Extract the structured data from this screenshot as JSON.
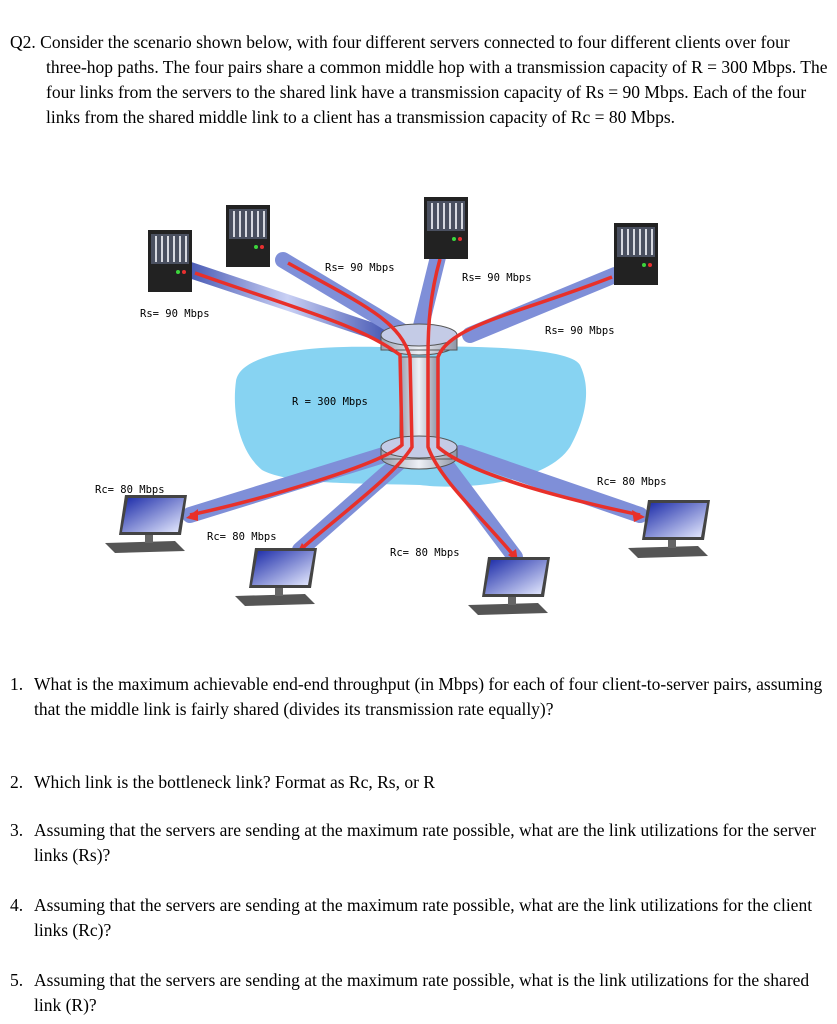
{
  "intro": {
    "number": "Q2.",
    "text": "Consider the scenario shown below, with four different servers connected to four different clients over four three-hop paths. The four pairs share a common middle hop with a transmission capacity of R = 300 Mbps. The four links from the servers to the shared link have a transmission capacity of Rs = 90 Mbps. Each of the four links from the shared middle link to a client has a transmission capacity of Rc = 80 Mbps."
  },
  "diagram": {
    "server_labels": [
      "Rs= 90 Mbps",
      "Rs= 90 Mbps",
      "Rs= 90 Mbps",
      "Rs= 90 Mbps"
    ],
    "shared_label": "R = 300 Mbps",
    "client_labels": [
      "Rc= 80 Mbps",
      "Rc= 80 Mbps",
      "Rc= 80 Mbps",
      "Rc= 80 Mbps"
    ]
  },
  "questions": [
    {
      "number": "1.",
      "text": "What is the maximum achievable end-end throughput (in Mbps) for each of four client-to-server pairs, assuming that the middle link is fairly shared (divides its transmission rate equally)?"
    },
    {
      "number": "2.",
      "text": "Which link is the bottleneck link? Format as Rc, Rs, or R"
    },
    {
      "number": "3.",
      "text": "Assuming that the servers are sending at the maximum rate possible, what are the link utilizations for the server links (Rs)?"
    },
    {
      "number": "4.",
      "text": "Assuming that the servers are sending at the maximum rate possible, what are the link utilizations for the client links (Rc)?"
    },
    {
      "number": "5.",
      "text": "Assuming that the servers are sending at the maximum rate possible, what is the link utilizations for the shared link (R)?"
    }
  ],
  "colors": {
    "flow": "#e8302a",
    "cloud": "#87d3f2",
    "pipe": "#7f8fd8"
  }
}
